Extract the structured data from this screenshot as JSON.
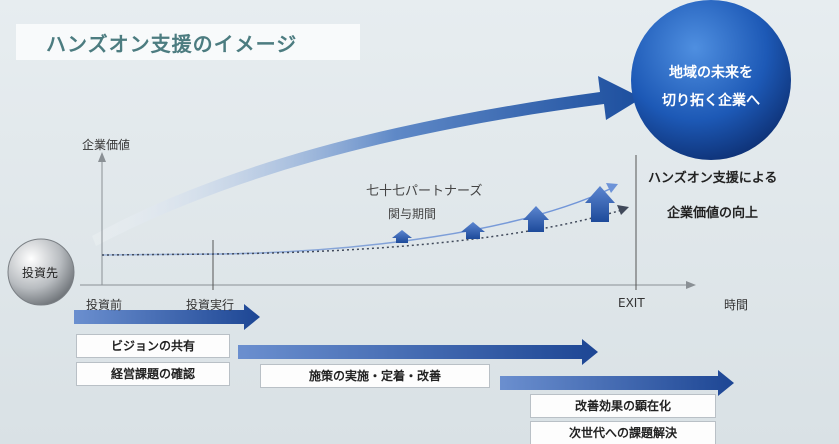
{
  "title": "ハンズオン支援のイメージ",
  "axis": {
    "y_label": "企業価値",
    "x_label": "時間"
  },
  "timeline": {
    "before": "投資前",
    "execution": "投資実行",
    "exit": "EXIT"
  },
  "investee": "投資先",
  "goal": {
    "line1": "地域の未来を",
    "line2": "切り拓く企業へ"
  },
  "involvement": {
    "line1": "七十七パートナーズ",
    "line2": "関与期間"
  },
  "effect": {
    "line1": "ハンズオン支援による",
    "line2": "企業価値の向上"
  },
  "phases": {
    "phase1": [
      "ビジョンの共有",
      "経営課題の確認"
    ],
    "phase2": [
      "施策の実施・定着・改善"
    ],
    "phase3": [
      "改善効果の顕在化",
      "次世代への課題解決"
    ]
  },
  "colors": {
    "accent": "#1f4e9c",
    "title": "#4c7c80"
  }
}
